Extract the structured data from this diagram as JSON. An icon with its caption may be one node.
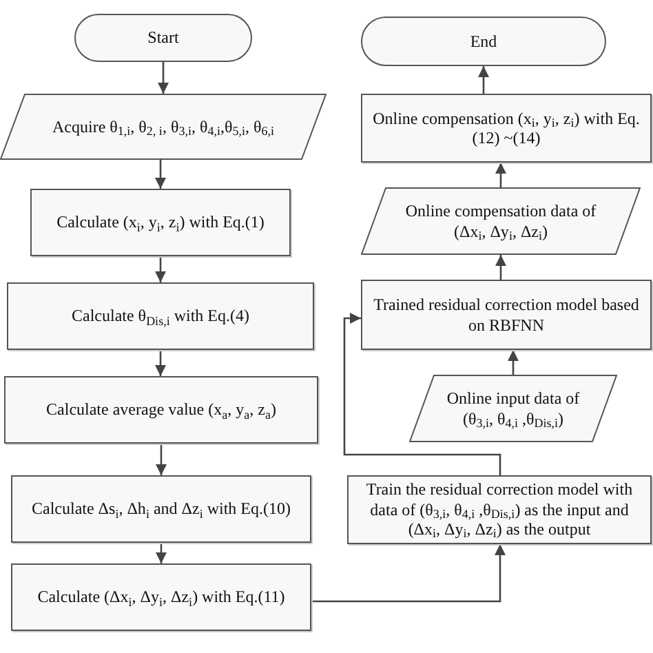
{
  "diagram": {
    "nodes": [
      {
        "text": [
          "Start"
        ]
      },
      {
        "text": [
          "Acquire θ$_{1,i}$, θ$_{2, i}$, θ$_{3,i}$, θ$_{4,i}$,θ$_{5,i}$, θ$_{6,i}$"
        ]
      },
      {
        "text": [
          "Calculate (x$_{i}$, y$_{i}$, z$_{i}$) with Eq.(1)"
        ]
      },
      {
        "text": [
          "Calculate θ$_{Dis,i}$ with Eq.(4)"
        ]
      },
      {
        "text": [
          "Calculate average value (x$_{a}$, y$_{a}$, z$_{a}$)"
        ]
      },
      {
        "text": [
          "Calculate Δs$_{i}$, Δh$_{i}$ and Δz$_{i}$ with Eq.(10)"
        ]
      },
      {
        "text": [
          "Calculate (Δx$_{i}$, Δy$_{i}$, Δz$_{i}$) with Eq.(11)"
        ]
      },
      {
        "text": [
          "End"
        ]
      },
      {
        "text": [
          "Online compensation (x$_{i}$, y$_{i}$, z$_{i}$) with Eq.(12) ~(14)"
        ]
      },
      {
        "text": [
          "Online compensation data of (Δx$_{i}$, Δy$_{i}$, Δz$_{i}$)"
        ]
      },
      {
        "text": [
          "Trained residual correction model based on RBFNN"
        ]
      },
      {
        "text": [
          "Online input data of (θ$_{3,i}$, θ$_{4,i}$ ,θ$_{Dis,i}$)"
        ]
      },
      {
        "text": [
          "Train the residual correction model with data of (θ$_{3,i}$, θ$_{4,i}$ ,θ$_{Dis,i}$) as the input and (Δx$_{i}$, Δy$_{i}$, Δz$_{i}$) as the output"
        ]
      }
    ],
    "edges": [
      {
        "from": 0,
        "to": 1,
        "arrow": "to"
      },
      {
        "from": 1,
        "to": 2,
        "arrow": "to"
      },
      {
        "from": 2,
        "to": 3,
        "arrow": "to"
      },
      {
        "from": 3,
        "to": 4,
        "arrow": "to"
      },
      {
        "from": 4,
        "to": 5,
        "arrow": "to"
      },
      {
        "from": 5,
        "to": 6,
        "arrow": "to"
      },
      {
        "from": 6,
        "to": 12,
        "arrow": "to"
      },
      {
        "from": 12,
        "to": 10,
        "arrow": "to"
      },
      {
        "from": 11,
        "to": 10,
        "arrow": "to"
      },
      {
        "from": 10,
        "to": 9,
        "arrow": "to"
      },
      {
        "from": 9,
        "to": 8,
        "arrow": "to"
      },
      {
        "from": 8,
        "to": 7,
        "arrow": "to"
      }
    ]
  }
}
